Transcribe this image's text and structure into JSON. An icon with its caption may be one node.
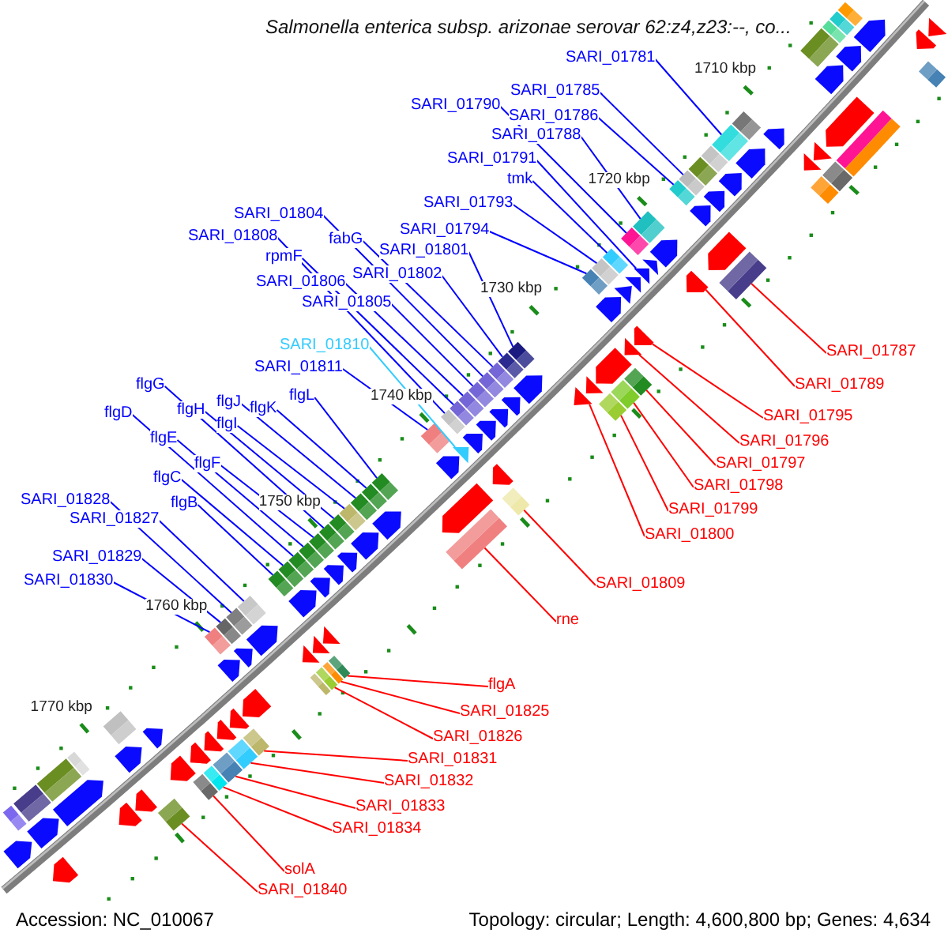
{
  "diagram": {
    "title": "Salmonella enterica subsp. arizonae serovar 62:z4,z23:--, co...",
    "nodes": [
      {
        "text": [
          "SARI_01781"
        ]
      },
      {
        "text": [
          "SARI_01785"
        ]
      },
      {
        "text": [
          "SARI_01790"
        ]
      },
      {
        "text": [
          "SARI_01786"
        ]
      },
      {
        "text": [
          "SARI_01788"
        ]
      },
      {
        "text": [
          "SARI_01791"
        ]
      },
      {
        "text": [
          "tmk"
        ]
      },
      {
        "text": [
          "SARI_01793"
        ]
      },
      {
        "text": [
          "SARI_01804"
        ]
      },
      {
        "text": [
          "SARI_01794"
        ]
      },
      {
        "text": [
          "SARI_01808"
        ]
      },
      {
        "text": [
          "fabG"
        ]
      },
      {
        "text": [
          "SARI_01801"
        ]
      },
      {
        "text": [
          "rpmF"
        ]
      },
      {
        "text": [
          "SARI_01802"
        ]
      },
      {
        "text": [
          "SARI_01806"
        ]
      },
      {
        "text": [
          "SARI_01805"
        ]
      },
      {
        "text": [
          "SARI_01810"
        ]
      },
      {
        "text": [
          "SARI_01787"
        ]
      },
      {
        "text": [
          "SARI_01811"
        ]
      },
      {
        "text": [
          "flgG"
        ]
      },
      {
        "text": [
          "SARI_01789"
        ]
      },
      {
        "text": [
          "flgL"
        ]
      },
      {
        "text": [
          "flgJ"
        ]
      },
      {
        "text": [
          "flgK"
        ]
      },
      {
        "text": [
          "flgH"
        ]
      },
      {
        "text": [
          "flgD"
        ]
      },
      {
        "text": [
          "SARI_01795"
        ]
      },
      {
        "text": [
          "flgI"
        ]
      },
      {
        "text": [
          "flgE"
        ]
      },
      {
        "text": [
          "SARI_01796"
        ]
      },
      {
        "text": [
          "flgF"
        ]
      },
      {
        "text": [
          "SARI_01797"
        ]
      },
      {
        "text": [
          "flgC"
        ]
      },
      {
        "text": [
          "SARI_01798"
        ]
      },
      {
        "text": [
          "SARI_01828"
        ]
      },
      {
        "text": [
          "flgB"
        ]
      },
      {
        "text": [
          "SARI_01799"
        ]
      },
      {
        "text": [
          "SARI_01827"
        ]
      },
      {
        "text": [
          "SARI_01800"
        ]
      },
      {
        "text": [
          "SARI_01829"
        ]
      },
      {
        "text": [
          "SARI_01830"
        ]
      },
      {
        "text": [
          "SARI_01809"
        ]
      },
      {
        "text": [
          "rne"
        ]
      },
      {
        "text": [
          "flgA"
        ]
      },
      {
        "text": [
          "SARI_01825"
        ]
      },
      {
        "text": [
          "SARI_01826"
        ]
      },
      {
        "text": [
          "SARI_01831"
        ]
      },
      {
        "text": [
          "SARI_01832"
        ]
      },
      {
        "text": [
          "SARI_01833"
        ]
      },
      {
        "text": [
          "SARI_01834"
        ]
      },
      {
        "text": [
          "solA"
        ]
      },
      {
        "text": [
          "SARI_01840"
        ]
      },
      {
        "text": [],
        "shape": "arrow"
      },
      {
        "text": [],
        "shape": "arrow"
      },
      {
        "text": [],
        "shape": "arrow"
      },
      {
        "text": [],
        "shape": "arrow"
      },
      {
        "text": [],
        "shape": "arrow"
      },
      {
        "text": [],
        "shape": "arrow"
      },
      {
        "text": [],
        "shape": "arrow"
      },
      {
        "text": [],
        "shape": "arrow"
      },
      {
        "text": [],
        "shape": "arrow"
      },
      {
        "text": [],
        "shape": "arrow"
      },
      {
        "text": [],
        "shape": "arrow"
      },
      {
        "text": [],
        "shape": "arrow"
      },
      {
        "text": [],
        "shape": "arrow"
      },
      {
        "text": [],
        "shape": "arrow"
      },
      {
        "text": [],
        "shape": "arrow"
      },
      {
        "text": [],
        "shape": "arrow"
      },
      {
        "text": [],
        "shape": "arrow"
      },
      {
        "text": [],
        "shape": "arrow"
      },
      {
        "text": [],
        "shape": "arrow"
      },
      {
        "text": [],
        "shape": "arrow"
      },
      {
        "text": [],
        "shape": "arrow"
      },
      {
        "text": [],
        "shape": "arrow"
      },
      {
        "text": [],
        "shape": "arrow"
      },
      {
        "text": [],
        "shape": "arrow"
      },
      {
        "text": [],
        "shape": "arrow"
      },
      {
        "text": [],
        "shape": "arrow"
      },
      {
        "text": [],
        "shape": "arrow"
      },
      {
        "text": [],
        "shape": "arrow"
      },
      {
        "text": [],
        "shape": "arrow"
      },
      {
        "text": [],
        "shape": "arrow"
      },
      {
        "text": [],
        "shape": "arrow"
      },
      {
        "text": [],
        "shape": "arrow"
      },
      {
        "text": [],
        "shape": "arrow"
      },
      {
        "text": [],
        "shape": "arrow"
      },
      {
        "text": [],
        "shape": "arrow"
      },
      {
        "text": [],
        "shape": "box"
      },
      {
        "text": [],
        "shape": "box"
      },
      {
        "text": [],
        "shape": "box"
      },
      {
        "text": [],
        "shape": "box"
      },
      {
        "text": [],
        "shape": "box"
      },
      {
        "text": [],
        "shape": "box"
      },
      {
        "text": [],
        "shape": "box"
      },
      {
        "text": [],
        "shape": "box"
      },
      {
        "text": [],
        "shape": "box"
      },
      {
        "text": [],
        "shape": "box"
      },
      {
        "text": [],
        "shape": "box"
      },
      {
        "text": [],
        "shape": "box"
      },
      {
        "text": [],
        "shape": "box"
      },
      {
        "text": [],
        "shape": "box"
      },
      {
        "text": [],
        "shape": "box"
      },
      {
        "text": [],
        "shape": "box"
      },
      {
        "text": [],
        "shape": "box"
      },
      {
        "text": [],
        "shape": "box"
      },
      {
        "text": [],
        "shape": "box"
      },
      {
        "text": [],
        "shape": "box"
      },
      {
        "text": [],
        "shape": "box"
      },
      {
        "text": [],
        "shape": "box"
      },
      {
        "text": [],
        "shape": "box"
      },
      {
        "text": [],
        "shape": "box"
      },
      {
        "text": [],
        "shape": "box"
      },
      {
        "text": [],
        "shape": "box"
      },
      {
        "text": [],
        "shape": "box"
      },
      {
        "text": [],
        "shape": "box"
      },
      {
        "text": [],
        "shape": "box"
      },
      {
        "text": [],
        "shape": "box"
      },
      {
        "text": [],
        "shape": "box"
      },
      {
        "text": [],
        "shape": "box"
      },
      {
        "text": [],
        "shape": "box"
      },
      {
        "text": [],
        "shape": "box"
      },
      {
        "text": [],
        "shape": "box"
      },
      {
        "text": [],
        "shape": "box"
      },
      {
        "text": [],
        "shape": "box"
      },
      {
        "text": [],
        "shape": "box"
      },
      {
        "text": [],
        "shape": "box"
      },
      {
        "text": [],
        "shape": "box"
      },
      {
        "text": [],
        "shape": "box"
      },
      {
        "text": [],
        "shape": "box"
      },
      {
        "text": [],
        "shape": "box"
      },
      {
        "text": [],
        "shape": "box"
      },
      {
        "text": [],
        "shape": "arrow"
      },
      {
        "text": [],
        "shape": "arrow"
      },
      {
        "text": [],
        "shape": "arrow"
      },
      {
        "text": [],
        "shape": "arrow"
      },
      {
        "text": [],
        "shape": "arrow"
      },
      {
        "text": [],
        "shape": "arrow"
      },
      {
        "text": [],
        "shape": "arrow"
      },
      {
        "text": [],
        "shape": "arrow"
      },
      {
        "text": [],
        "shape": "arrow"
      },
      {
        "text": [],
        "shape": "arrow"
      },
      {
        "text": [],
        "shape": "arrow"
      },
      {
        "text": [],
        "shape": "arrow"
      },
      {
        "text": [],
        "shape": "arrow"
      },
      {
        "text": [],
        "shape": "arrow"
      },
      {
        "text": [],
        "shape": "arrow"
      },
      {
        "text": [],
        "shape": "arrow"
      },
      {
        "text": [],
        "shape": "arrow"
      },
      {
        "text": [],
        "shape": "arrow"
      },
      {
        "text": [],
        "shape": "arrow"
      },
      {
        "text": [],
        "shape": "arrow"
      },
      {
        "text": [],
        "shape": "arrow"
      },
      {
        "text": [],
        "shape": "arrow"
      },
      {
        "text": [],
        "shape": "arrow"
      },
      {
        "text": [],
        "shape": "arrow"
      },
      {
        "text": [],
        "shape": "arrow"
      },
      {
        "text": [],
        "shape": "arrow"
      },
      {
        "text": [],
        "shape": "box"
      },
      {
        "text": [],
        "shape": "box"
      },
      {
        "text": [],
        "shape": "box"
      },
      {
        "text": [],
        "shape": "box"
      },
      {
        "text": [],
        "shape": "box"
      },
      {
        "text": [],
        "shape": "box"
      },
      {
        "text": [],
        "shape": "box"
      },
      {
        "text": [],
        "shape": "box"
      },
      {
        "text": [],
        "shape": "box"
      },
      {
        "text": [],
        "shape": "box"
      },
      {
        "text": [],
        "shape": "box"
      },
      {
        "text": [],
        "shape": "box"
      },
      {
        "text": [],
        "shape": "box"
      },
      {
        "text": [],
        "shape": "box"
      },
      {
        "text": [],
        "shape": "box"
      },
      {
        "text": [],
        "shape": "box"
      },
      {
        "text": [],
        "shape": "box"
      },
      {
        "text": [],
        "shape": "box"
      },
      {
        "text": [],
        "shape": "box"
      },
      {
        "text": [],
        "shape": "box"
      }
    ],
    "edges": [
      {
        "from": 0,
        "to": 93,
        "arrow": "none"
      },
      {
        "from": 1,
        "to": 96,
        "arrow": "none"
      },
      {
        "from": 2,
        "to": 99,
        "arrow": "none"
      },
      {
        "from": 3,
        "to": 97,
        "arrow": "none"
      },
      {
        "from": 4,
        "to": 98,
        "arrow": "none"
      },
      {
        "from": 5,
        "to": 63,
        "arrow": "none"
      },
      {
        "from": 6,
        "to": 100,
        "arrow": "none"
      },
      {
        "from": 7,
        "to": 101,
        "arrow": "none"
      },
      {
        "from": 8,
        "to": 106,
        "arrow": "none"
      },
      {
        "from": 9,
        "to": 102,
        "arrow": "none"
      },
      {
        "from": 10,
        "to": 110,
        "arrow": "none"
      },
      {
        "from": 11,
        "to": 105,
        "arrow": "none"
      },
      {
        "from": 12,
        "to": 103,
        "arrow": "none"
      },
      {
        "from": 13,
        "to": 109,
        "arrow": "none"
      },
      {
        "from": 14,
        "to": 104,
        "arrow": "none"
      },
      {
        "from": 15,
        "to": 108,
        "arrow": "none"
      },
      {
        "from": 16,
        "to": 107,
        "arrow": "none"
      },
      {
        "from": 17,
        "to": 72,
        "arrow": "none",
        "color": "#33ccff"
      },
      {
        "from": 18,
        "to": 162,
        "arrow": "none",
        "color": "#ff0000"
      },
      {
        "from": 19,
        "to": 111,
        "arrow": "none"
      },
      {
        "from": 20,
        "to": 117,
        "arrow": "none"
      },
      {
        "from": 21,
        "to": 138,
        "arrow": "none",
        "color": "#ff0000"
      },
      {
        "from": 22,
        "to": 112,
        "arrow": "none"
      },
      {
        "from": 23,
        "to": 114,
        "arrow": "none"
      },
      {
        "from": 24,
        "to": 113,
        "arrow": "none"
      },
      {
        "from": 25,
        "to": 116,
        "arrow": "none"
      },
      {
        "from": 26,
        "to": 120,
        "arrow": "none"
      },
      {
        "from": 27,
        "to": 139,
        "arrow": "none",
        "color": "#ff0000"
      },
      {
        "from": 28,
        "to": 115,
        "arrow": "none"
      },
      {
        "from": 29,
        "to": 119,
        "arrow": "none"
      },
      {
        "from": 30,
        "to": 140,
        "arrow": "none",
        "color": "#ff0000"
      },
      {
        "from": 31,
        "to": 118,
        "arrow": "none"
      },
      {
        "from": 32,
        "to": 163,
        "arrow": "none",
        "color": "#ff0000"
      },
      {
        "from": 33,
        "to": 121,
        "arrow": "none"
      },
      {
        "from": 34,
        "to": 164,
        "arrow": "none",
        "color": "#ff0000"
      },
      {
        "from": 35,
        "to": 124,
        "arrow": "none"
      },
      {
        "from": 36,
        "to": 122,
        "arrow": "none"
      },
      {
        "from": 37,
        "to": 165,
        "arrow": "none",
        "color": "#ff0000"
      },
      {
        "from": 38,
        "to": 123,
        "arrow": "none"
      },
      {
        "from": 39,
        "to": 143,
        "arrow": "none",
        "color": "#ff0000"
      },
      {
        "from": 40,
        "to": 125,
        "arrow": "none"
      },
      {
        "from": 41,
        "to": 126,
        "arrow": "none"
      },
      {
        "from": 42,
        "to": 166,
        "arrow": "none",
        "color": "#ff0000"
      },
      {
        "from": 43,
        "to": 167,
        "arrow": "none",
        "color": "#ff0000"
      },
      {
        "from": 44,
        "to": 168,
        "arrow": "none",
        "color": "#ff0000"
      },
      {
        "from": 45,
        "to": 169,
        "arrow": "none",
        "color": "#ff0000"
      },
      {
        "from": 46,
        "to": 170,
        "arrow": "none",
        "color": "#ff0000"
      },
      {
        "from": 47,
        "to": 172,
        "arrow": "none",
        "color": "#ff0000"
      },
      {
        "from": 48,
        "to": 173,
        "arrow": "none",
        "color": "#ff0000"
      },
      {
        "from": 49,
        "to": 174,
        "arrow": "none",
        "color": "#ff0000"
      },
      {
        "from": 50,
        "to": 175,
        "arrow": "none",
        "color": "#ff0000"
      },
      {
        "from": 51,
        "to": 176,
        "arrow": "none",
        "color": "#ff0000"
      },
      {
        "from": 52,
        "to": 177,
        "arrow": "none",
        "color": "#ff0000"
      }
    ],
    "labels": [
      "1710 kbp",
      "1720 kbp",
      "1730 kbp",
      "1740 kbp",
      "1750 kbp",
      "1760 kbp",
      "1770 kbp",
      "Accession: NC_010067",
      "Topology: circular; Length: 4,600,800 bp; Genes: 4,634"
    ]
  }
}
